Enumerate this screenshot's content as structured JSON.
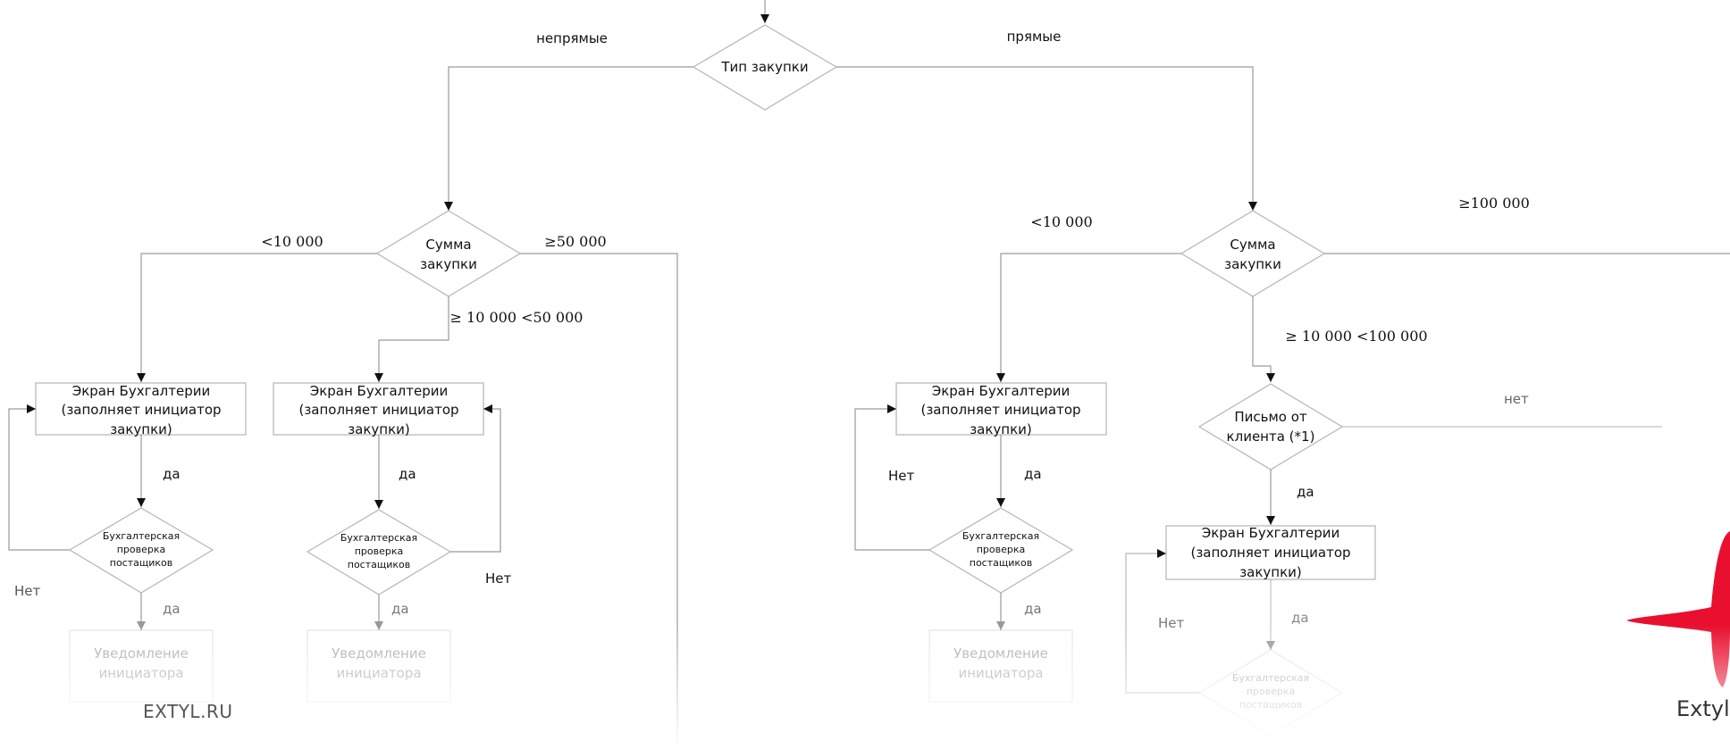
{
  "top_decision": {
    "label": "Тип закупки"
  },
  "branch_labels": {
    "indirect": "непрямые",
    "direct": "прямые"
  },
  "left": {
    "decision": {
      "line1": "Сумма",
      "line2": "закупки"
    },
    "labels": {
      "lt": "<10 000",
      "ge": "≥50 000",
      "mid": "≥ 10 000 <50 000"
    },
    "col1": {
      "screen": {
        "line1": "Экран Бухгалтерии",
        "line2": "(заполняет инициатор",
        "line3": "закупки)"
      },
      "yes": "да",
      "check": {
        "line1": "Бухгалтерская",
        "line2": "проверка",
        "line3": "постащиков"
      },
      "no": "Нет",
      "yes2": "да",
      "notify": {
        "line1": "Уведомление",
        "line2": "инициатора"
      }
    },
    "col2": {
      "screen": {
        "line1": "Экран Бухгалтерии",
        "line2": "(заполняет инициатор",
        "line3": "закупки)"
      },
      "yes": "да",
      "check": {
        "line1": "Бухгалтерская",
        "line2": "проверка",
        "line3": "постащиков"
      },
      "no": "Нет",
      "yes2": "да",
      "notify": {
        "line1": "Уведомление",
        "line2": "инициатора"
      }
    }
  },
  "right": {
    "decision": {
      "line1": "Сумма",
      "line2": "закупки"
    },
    "labels": {
      "lt": "<10 000",
      "ge": "≥100 000",
      "mid": "≥ 10 000 <100 000"
    },
    "col1": {
      "screen": {
        "line1": "Экран Бухгалтерии",
        "line2": "(заполняет инициатор",
        "line3": "закупки)"
      },
      "yes": "да",
      "no": "Нет",
      "check": {
        "line1": "Бухгалтерская",
        "line2": "проверка",
        "line3": "постащиков"
      },
      "yes2": "да",
      "notify": {
        "line1": "Уведомление",
        "line2": "инициатора"
      }
    },
    "letter": {
      "line1": "Письмо от",
      "line2": "клиента (*1)",
      "no": "нет",
      "yes": "да"
    },
    "col2": {
      "screen": {
        "line1": "Экран Бухгалтерии",
        "line2": "(заполняет инициатор",
        "line3": "закупки)"
      },
      "yes": "да",
      "no": "Нет",
      "check": {
        "line1": "Бухгалтерская",
        "line2": "проверка",
        "line3": "постащиков"
      }
    }
  },
  "footer": {
    "site": "EXTYL.RU",
    "brand": "Extyl"
  },
  "colors": {
    "brand_red": "#e8102e",
    "line": "#9a9a9a",
    "border": "#b5b5b5"
  }
}
